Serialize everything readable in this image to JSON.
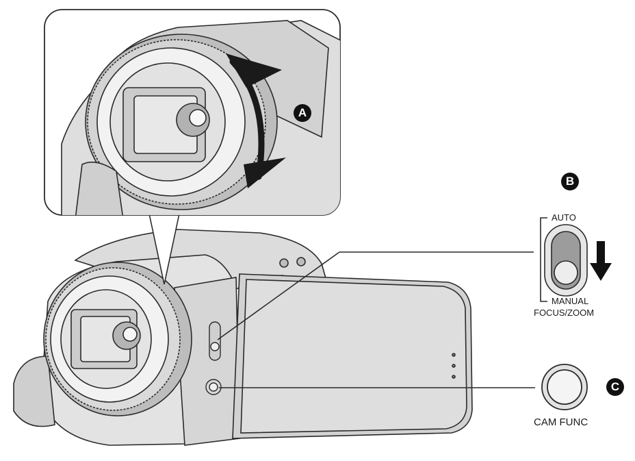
{
  "callouts": {
    "a": "A",
    "b": "B",
    "c": "C"
  },
  "switch": {
    "auto_label": "AUTO",
    "manual_label": "MANUAL",
    "focus_zoom_label": "FOCUS/ZOOM"
  },
  "cam_func": {
    "label": "CAM FUNC"
  },
  "colors": {
    "line": "#2a2a2a",
    "body_gray": "#e6e6e6",
    "badge": "#111111"
  }
}
